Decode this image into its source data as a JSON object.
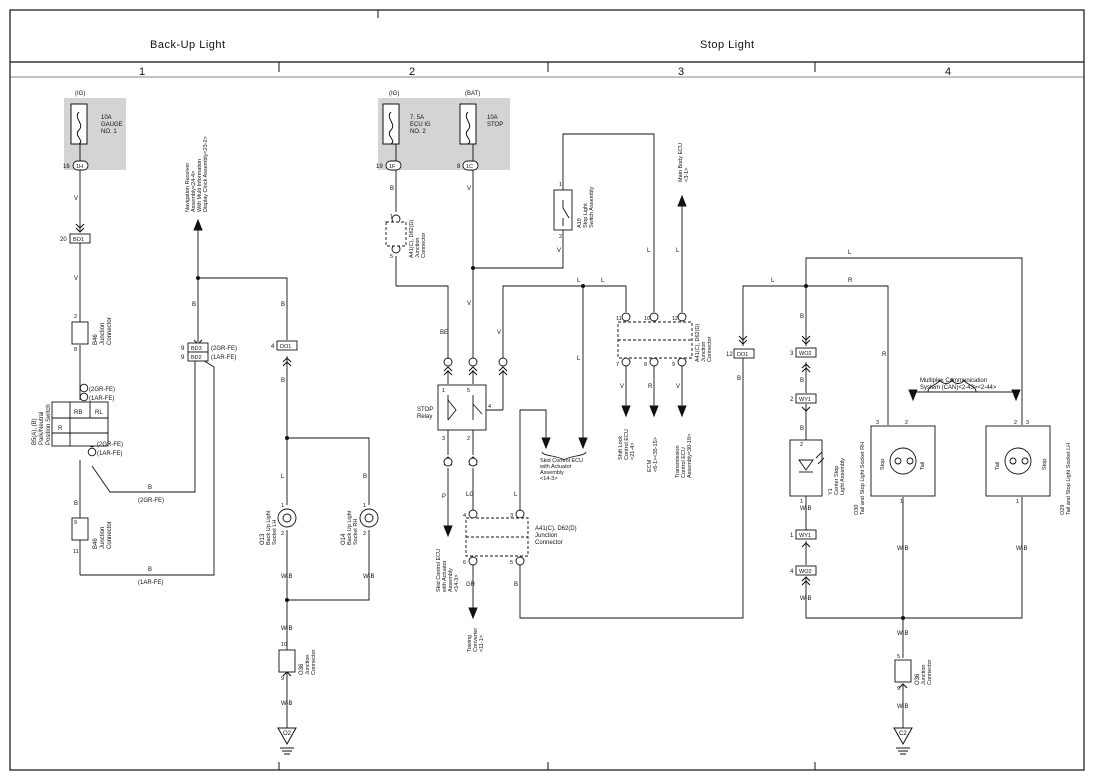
{
  "header": {
    "left_title": "Back-Up Light",
    "right_title": "Stop Light"
  },
  "columns": [
    "1",
    "2",
    "3",
    "4"
  ],
  "fuses": {
    "gauge": {
      "source": "(IG)",
      "rating": "10A",
      "name_1": "GAUGE",
      "name_2": "NO. 1",
      "pin": "16",
      "conn": "1H"
    },
    "ecu_ig": {
      "source": "(IG)",
      "rating": "7. 5A",
      "name_1": "ECU IG",
      "name_2": "NO. 2",
      "pin": "19",
      "conn": "1F"
    },
    "stop": {
      "source": "(BAT)",
      "rating": "10A",
      "name_1": "STOP",
      "pin": "8",
      "conn": "1C"
    }
  },
  "connectors": {
    "bo1": "BO1",
    "bd3": "BD3",
    "bd2": "BD2",
    "do1": "DO1",
    "wo2": "WO2",
    "wy1": "WY1",
    "pin_20": "20",
    "pin_9a": "9",
    "pin_9b": "9",
    "pin_4": "4",
    "pin_12": "12",
    "pin_3": "3",
    "pin_2": "2",
    "pin_1": "1",
    "gr_fe": "(2GR-FE)",
    "ar_fe": "(1AR-FE)"
  },
  "components": {
    "b46_top": {
      "id": "B46",
      "desc_1": "Junction",
      "desc_2": "Connector",
      "pin_a": "2",
      "pin_b": "8"
    },
    "b46_bot": {
      "id": "B46",
      "desc_1": "Junction",
      "desc_2": "Connector",
      "pin_a": "9",
      "pin_b": "11"
    },
    "park_switch": {
      "id": "B5(A), (B)",
      "desc_1": "Park/Neutral",
      "desc_2": "Position Switch",
      "rb": "RB",
      "rl": "RL",
      "r": "R"
    },
    "nav": {
      "desc_1": "Navigation Receiver",
      "desc_2": "Assembly<24-4>",
      "desc_3": "With Multi Information",
      "desc_4": "Display Clock Assembly<23-2>"
    },
    "o13": {
      "id": "O13",
      "desc_1": "Back Up Light",
      "desc_2": "Socket LH"
    },
    "o14": {
      "id": "O14",
      "desc_1": "Back Up Light",
      "desc_2": "Socket RH"
    },
    "o36": {
      "id": "O36",
      "desc_1": "Junction",
      "desc_2": "Connector",
      "pin_a": "10",
      "pin_b": "9"
    },
    "o36b": {
      "id": "O36",
      "desc_1": "Junction",
      "desc_2": "Connector",
      "pin_a": "5",
      "pin_b": "9"
    },
    "a41_top": {
      "id": "A41(C), D62(D)",
      "desc_1": "Junction",
      "desc_2": "Connector"
    },
    "a41_mid": {
      "id": "A41(C), D62(D)",
      "desc_1": "Junction",
      "desc_2": "Connector"
    },
    "a41_bot": {
      "id": "A41(C), D62(D)",
      "desc_1": "Junction",
      "desc_2": "Connector"
    },
    "stop_relay": {
      "name_1": "STOP",
      "name_2": "Relay"
    },
    "a19": {
      "id": "A19",
      "desc_1": "Stop Light",
      "desc_2": "Switch Assembly"
    },
    "main_body_ecu": {
      "desc_1": "Main Body ECU",
      "desc_2": "<3-1>"
    },
    "skid_ecu": {
      "desc_1": "Skid Control ECU",
      "desc_2": "with Actuator",
      "desc_3": "Assembly",
      "desc_4": "<14-3>"
    },
    "skid_ecu_b": {
      "desc_1": "Skid Control ECU",
      "desc_2": "with Actuator",
      "desc_3": "Assembly",
      "desc_4": "<14-3>"
    },
    "shift_lock": {
      "desc_1": "Shift Lock",
      "desc_2": "Control ECU",
      "desc_3": "<21-4>"
    },
    "ecm": {
      "desc_1": "ECM",
      "desc_2": "<6-1><35-15>"
    },
    "trans": {
      "desc_1": "Transmission",
      "desc_2": "Control ECU",
      "desc_3": "Assembly<30-18>"
    },
    "towing": {
      "desc_1": "Towing",
      "desc_2": "Converter",
      "desc_3": "<11-1>"
    },
    "y1": {
      "id": "Y1",
      "desc_1": "Center Stop",
      "desc_2": "Light Assembly"
    },
    "o30": {
      "id": "O30",
      "desc_1": "Tail and Stop Light Socket RH",
      "stop": "Stop",
      "tail": "Tail"
    },
    "o29": {
      "id": "O29",
      "desc_1": "Tail and Stop Light Socket LH",
      "stop": "Stop",
      "tail": "Tail"
    },
    "can": {
      "desc_1": "Multiplex Communication",
      "desc_2": "System (CAN)<2-43><2-44>"
    },
    "ground_o2": "O2",
    "ground_c2": "C2"
  },
  "wires": {
    "v": "V",
    "b": "B",
    "be": "BE",
    "l": "L",
    "r": "R",
    "p": "P",
    "lg": "LG",
    "gr": "GR",
    "wb": "W-B",
    "ar_fe": "(1AR-FE)",
    "gr_fe": "(2GR-FE)"
  }
}
